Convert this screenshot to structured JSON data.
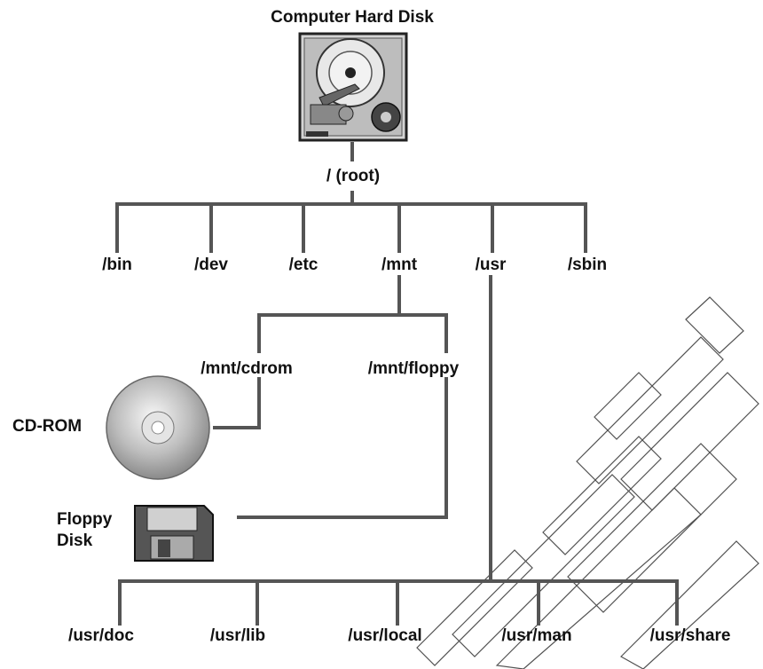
{
  "title": "Computer Hard Disk",
  "root": "/ (root)",
  "top_dirs": [
    "/bin",
    "/dev",
    "/etc",
    "/mnt",
    "/usr",
    "/sbin"
  ],
  "mnt_dirs": [
    "/mnt/cdrom",
    "/mnt/floppy"
  ],
  "usr_dirs": [
    "/usr/doc",
    "/usr/lib",
    "/usr/local",
    "/usr/man",
    "/usr/share"
  ],
  "devices": {
    "cdrom": "CD-ROM",
    "floppy_line1": "Floppy",
    "floppy_line2": "Disk"
  },
  "icons": [
    "hard-disk-icon",
    "cd-rom-icon",
    "floppy-disk-icon"
  ],
  "colors": {
    "line": "#555555",
    "text": "#111111",
    "watermark": "#333333"
  }
}
